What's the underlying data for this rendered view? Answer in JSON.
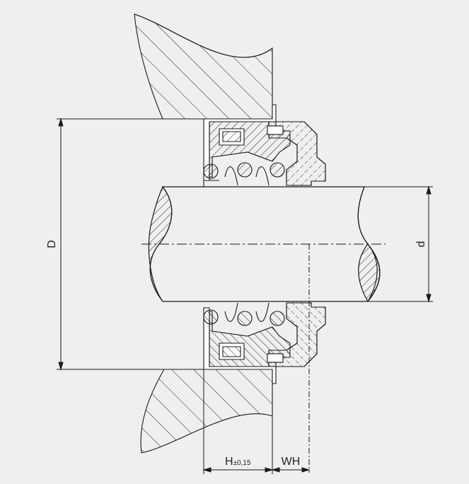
{
  "diagram": {
    "labels": {
      "D": "D",
      "d": "d",
      "H": "H",
      "H_tolerance": "±0,15",
      "WH": "WH"
    },
    "colors": {
      "background": "#efefef",
      "line": "#1a1a1a"
    }
  }
}
